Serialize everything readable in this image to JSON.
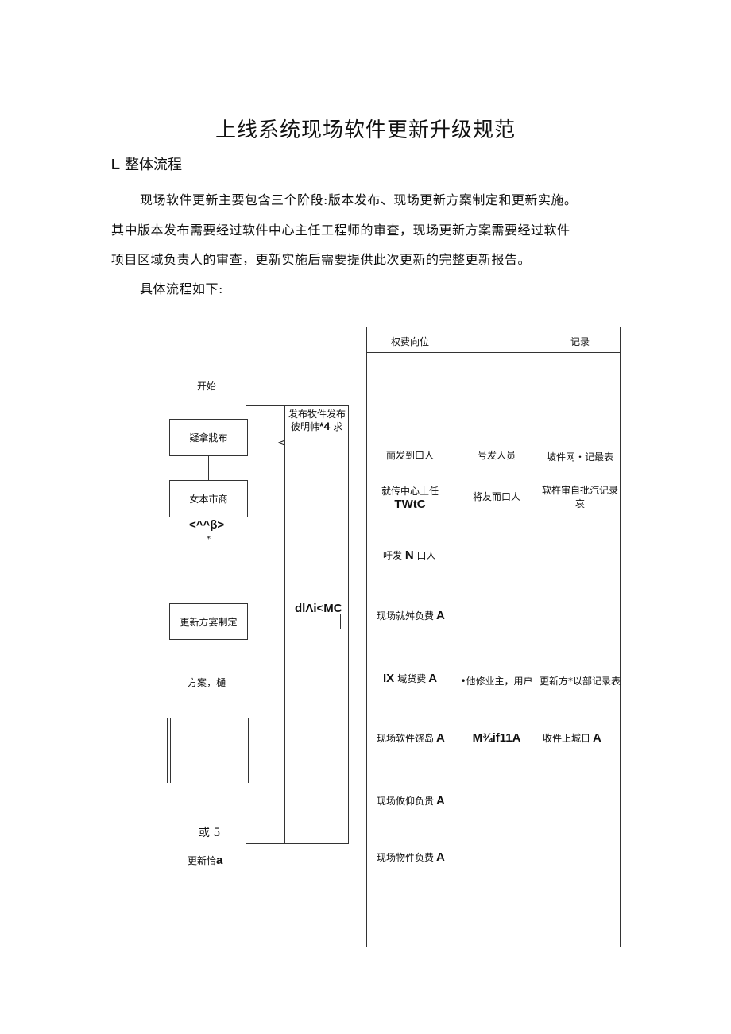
{
  "title": "上线系统现场软件更新升级规范",
  "section": {
    "number": "L",
    "label": "整体流程"
  },
  "paragraphs": [
    "现场软件更新主要包含三个阶段:版本发布、现场更新方案制定和更新实施。",
    "其中版本发布需要经过软件中心主任工程师的审查，现场更新方案需要经过软件",
    "项目区域负责人的审查，更新实施后需要提供此次更新的完整更新报告。",
    "具体流程如下:"
  ],
  "flow": {
    "start": "开始",
    "box1": "疑拿戕布",
    "box2": "女本市商",
    "sym1": "<^^β>",
    "star": "*",
    "box3": "更新方宴制定",
    "label_plan": "方案，樋",
    "label_or": "或 5",
    "label_update_a": "更新恰",
    "label_update_b": "a",
    "arrow": "—<",
    "release_a": "发布牧件发布",
    "release_b": "彼明帏",
    "release_c": "*4",
    "release_d": "求",
    "mid_code": "dlΛi<MC",
    "mid_bar": "|"
  },
  "table": {
    "headers": [
      "权费向位",
      "",
      "记录"
    ],
    "col1": [
      {
        "text": "丽发到口人"
      },
      {
        "text": "就传中心上任",
        "bold": "TWtC"
      },
      {
        "text": "吁发",
        "bold": "N",
        "tail": "口人"
      },
      {
        "text": "现场就舛负费",
        "bold": "A"
      },
      {
        "text": "域货费",
        "lead": "IX",
        "bold": "A"
      },
      {
        "text": "现场软件饶岛",
        "bold": "A"
      },
      {
        "text": "现场攸仰负贵",
        "bold": "A"
      },
      {
        "text": "现场物件负费",
        "bold": "A"
      }
    ],
    "col2": [
      {
        "text": "号发人员"
      },
      {
        "text": "将友而口人"
      },
      {
        "text": "•他修业主，用户"
      },
      {
        "bold": "M¾if11A"
      }
    ],
    "col3": [
      {
        "text": "坡件网・记最表"
      },
      {
        "text": "软杵审自批汽记录",
        "line2": "哀"
      },
      {
        "text": "更新方*以部记录表"
      },
      {
        "text": "收件上城日",
        "bold": "A"
      }
    ]
  }
}
